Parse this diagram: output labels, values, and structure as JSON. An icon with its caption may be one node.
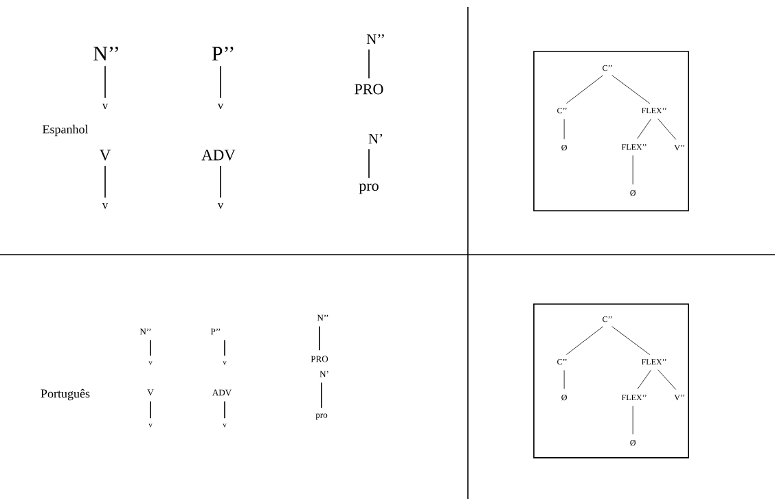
{
  "diagram": {
    "nodes": [
      {
        "text": [
          "N’’"
        ]
      },
      {
        "text": [
          "v"
        ]
      },
      {
        "text": [
          "P’’"
        ]
      },
      {
        "text": [
          "v"
        ]
      },
      {
        "text": [
          "N’’"
        ]
      },
      {
        "text": [
          "PRO"
        ]
      },
      {
        "text": [
          "V"
        ]
      },
      {
        "text": [
          "v"
        ]
      },
      {
        "text": [
          "ADV"
        ]
      },
      {
        "text": [
          "v"
        ]
      },
      {
        "text": [
          "N’"
        ]
      },
      {
        "text": [
          "pro"
        ]
      },
      {
        "text": [],
        "shape": "box"
      },
      {
        "text": [
          "C’’"
        ],
        "in": 12
      },
      {
        "text": [
          "C’’"
        ],
        "in": 12
      },
      {
        "text": [
          "FLEX’’"
        ],
        "in": 12
      },
      {
        "text": [
          "Ø"
        ],
        "in": 12
      },
      {
        "text": [
          "FLEX’’"
        ],
        "in": 12
      },
      {
        "text": [
          "V’’"
        ],
        "in": 12
      },
      {
        "text": [
          "Ø"
        ],
        "in": 12
      },
      {
        "text": [
          "N’’"
        ]
      },
      {
        "text": [
          "v"
        ]
      },
      {
        "text": [
          "P’’"
        ]
      },
      {
        "text": [
          "v"
        ]
      },
      {
        "text": [
          "N’’"
        ]
      },
      {
        "text": [
          "PRO"
        ]
      },
      {
        "text": [
          "V"
        ]
      },
      {
        "text": [
          "v"
        ]
      },
      {
        "text": [
          "ADV"
        ]
      },
      {
        "text": [
          "v"
        ]
      },
      {
        "text": [
          "N’"
        ]
      },
      {
        "text": [
          "pro"
        ]
      },
      {
        "text": [],
        "shape": "box"
      },
      {
        "text": [
          "C’’"
        ],
        "in": 32
      },
      {
        "text": [
          "C’’"
        ],
        "in": 32
      },
      {
        "text": [
          "FLEX’’"
        ],
        "in": 32
      },
      {
        "text": [
          "Ø"
        ],
        "in": 32
      },
      {
        "text": [
          "FLEX’’"
        ],
        "in": 32
      },
      {
        "text": [
          "V’’"
        ],
        "in": 32
      },
      {
        "text": [
          "Ø"
        ],
        "in": 32
      }
    ],
    "edges": [
      {
        "from": 0,
        "to": 1,
        "arrow": "none"
      },
      {
        "from": 2,
        "to": 3,
        "arrow": "none"
      },
      {
        "from": 4,
        "to": 5,
        "arrow": "none"
      },
      {
        "from": 6,
        "to": 7,
        "arrow": "none"
      },
      {
        "from": 8,
        "to": 9,
        "arrow": "none"
      },
      {
        "from": 10,
        "to": 11,
        "arrow": "none"
      },
      {
        "from": 13,
        "to": 14,
        "arrow": "none"
      },
      {
        "from": 13,
        "to": 15,
        "arrow": "none"
      },
      {
        "from": 14,
        "to": 16,
        "arrow": "none"
      },
      {
        "from": 15,
        "to": 17,
        "arrow": "none"
      },
      {
        "from": 15,
        "to": 18,
        "arrow": "none"
      },
      {
        "from": 17,
        "to": 19,
        "arrow": "none"
      },
      {
        "from": 20,
        "to": 21,
        "arrow": "none"
      },
      {
        "from": 22,
        "to": 23,
        "arrow": "none"
      },
      {
        "from": 24,
        "to": 25,
        "arrow": "none"
      },
      {
        "from": 26,
        "to": 27,
        "arrow": "none"
      },
      {
        "from": 28,
        "to": 29,
        "arrow": "none"
      },
      {
        "from": 30,
        "to": 31,
        "arrow": "none"
      },
      {
        "from": 33,
        "to": 34,
        "arrow": "none"
      },
      {
        "from": 33,
        "to": 35,
        "arrow": "none"
      },
      {
        "from": 34,
        "to": 36,
        "arrow": "none"
      },
      {
        "from": 35,
        "to": 37,
        "arrow": "none"
      },
      {
        "from": 35,
        "to": 38,
        "arrow": "none"
      },
      {
        "from": 37,
        "to": 39,
        "arrow": "none"
      }
    ],
    "labels": [
      "Espanhol",
      "Português"
    ]
  }
}
